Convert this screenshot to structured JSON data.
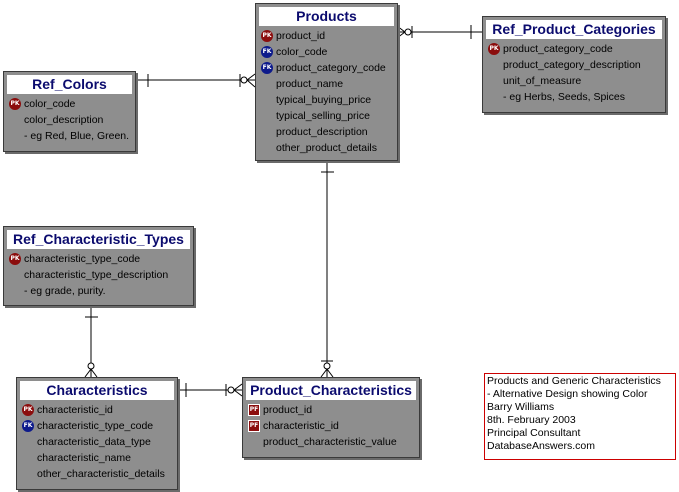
{
  "entities": {
    "products": {
      "title": "Products",
      "attributes": [
        {
          "key": "PK",
          "name": "product_id"
        },
        {
          "key": "FK",
          "name": "color_code"
        },
        {
          "key": "FK",
          "name": "product_category_code"
        },
        {
          "key": "",
          "name": "product_name"
        },
        {
          "key": "",
          "name": "typical_buying_price"
        },
        {
          "key": "",
          "name": "typical_selling_price"
        },
        {
          "key": "",
          "name": "product_description"
        },
        {
          "key": "",
          "name": "other_product_details"
        }
      ]
    },
    "ref_colors": {
      "title": "Ref_Colors",
      "attributes": [
        {
          "key": "PK",
          "name": "color_code"
        },
        {
          "key": "",
          "name": "color_description"
        },
        {
          "key": "",
          "name": " - eg Red, Blue, Green."
        }
      ]
    },
    "ref_product_categories": {
      "title": "Ref_Product_Categories",
      "attributes": [
        {
          "key": "PK",
          "name": "product_category_code"
        },
        {
          "key": "",
          "name": "product_category_description"
        },
        {
          "key": "",
          "name": "unit_of_measure"
        },
        {
          "key": "",
          "name": " - eg Herbs, Seeds, Spices"
        }
      ]
    },
    "ref_characteristic_types": {
      "title": "Ref_Characteristic_Types",
      "attributes": [
        {
          "key": "PK",
          "name": "characteristic_type_code"
        },
        {
          "key": "",
          "name": "characteristic_type_description"
        },
        {
          "key": "",
          "name": " - eg grade, purity."
        }
      ]
    },
    "characteristics": {
      "title": "Characteristics",
      "attributes": [
        {
          "key": "PK",
          "name": "characteristic_id"
        },
        {
          "key": "FK",
          "name": "characteristic_type_code"
        },
        {
          "key": "",
          "name": "characteristic_data_type"
        },
        {
          "key": "",
          "name": "characteristic_name"
        },
        {
          "key": "",
          "name": "other_characteristic_details"
        }
      ]
    },
    "product_characteristics": {
      "title": "Product_Characteristics",
      "attributes": [
        {
          "key": "PF",
          "name": "product_id"
        },
        {
          "key": "PF",
          "name": "characteristic_id"
        },
        {
          "key": "",
          "name": "product_characteristic_value"
        }
      ]
    }
  },
  "note": {
    "lines": [
      "Products and Generic Characteristics",
      "- Alternative Design showing Color",
      "Barry Williams",
      "8th. February 2003",
      "Principal Consultant",
      "DatabaseAnswers.com"
    ]
  },
  "colors": {
    "entity_fill": "#8e8e8e",
    "title_text": "#0b0b6e",
    "pk_badge": "#8b0d0d",
    "fk_badge": "#0d1a8b",
    "note_border": "#cc0000"
  }
}
